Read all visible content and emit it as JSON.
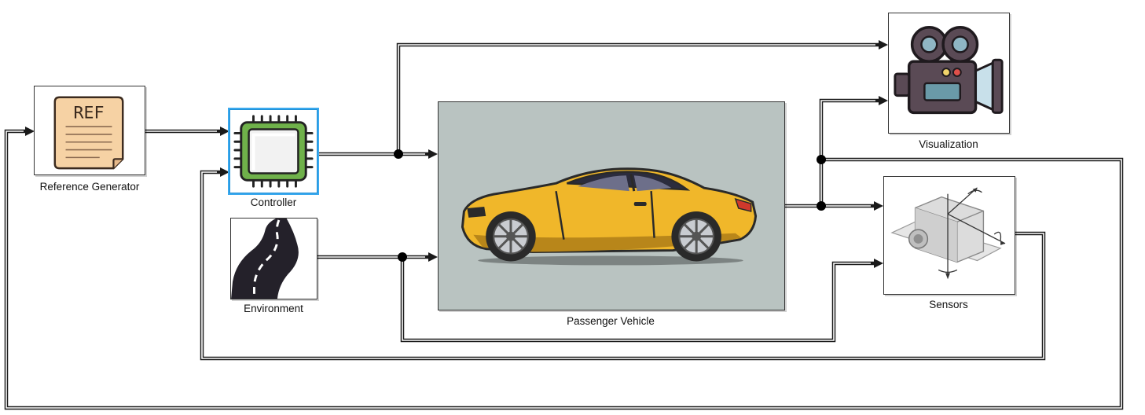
{
  "blocks": {
    "reference_generator": {
      "label": "Reference Generator",
      "icon": "ref-document-icon",
      "icon_text": "REF"
    },
    "controller": {
      "label": "Controller",
      "icon": "chip-icon",
      "selected": true
    },
    "environment": {
      "label": "Environment",
      "icon": "road-icon"
    },
    "passenger_vehicle": {
      "label": "Passenger Vehicle",
      "icon": "sports-car-icon",
      "car_color": "#f0b72a"
    },
    "visualization": {
      "label": "Visualization",
      "icon": "movie-camera-icon"
    },
    "sensors": {
      "label": "Sensors",
      "icon": "imu-sensor-icon"
    }
  },
  "colors": {
    "wire": "#1a1a1a",
    "vehicle_background": "#b9c3c1",
    "selection": "#3aa9ee"
  }
}
